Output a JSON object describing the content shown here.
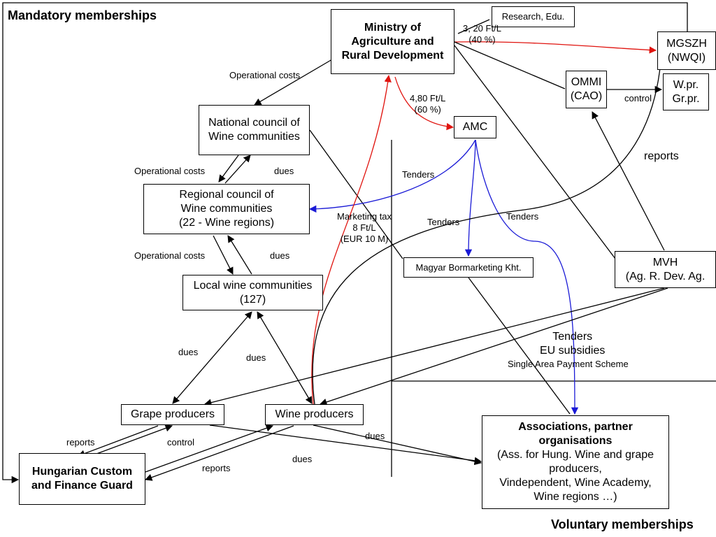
{
  "titles": {
    "mandatory": "Mandatory memberships",
    "voluntary": "Voluntary memberships"
  },
  "boxes": {
    "ministry": "Ministry of\nAgriculture and\nRural Development",
    "research": "Research, Edu.",
    "mgszh": "MGSZH\n(NWQI)",
    "ommi": "OMMI\n(CAO)",
    "wpr": "W.pr.\nGr.pr.",
    "amc": "AMC",
    "national_council": "National council of\nWine communities",
    "regional_council": "Regional council of\nWine communities\n(22 - Wine regions)",
    "local_communities": "Local wine communities\n(127)",
    "bormarketing": "Magyar Bormarketing Kht.",
    "mvh": "MVH\n(Ag. R. Dev. Ag.",
    "grape_producers": "Grape producers",
    "wine_producers": "Wine producers",
    "customs": "Hungarian Custom\nand Finance Guard",
    "associations_title": "Associations, partner\norganisations",
    "associations_body": "(Ass. for Hung. Wine and grape\nproducers,\nVindependent, Wine Academy,\nWine regions …)"
  },
  "labels": {
    "research_fee": "3, 20 Ft/L\n(40 %)",
    "amc_fee": "4,80 Ft/L\n(60 %)",
    "operational_costs_1": "Operational costs",
    "operational_costs_2": "Operational costs",
    "operational_costs_3": "Operational costs",
    "dues_1": "dues",
    "dues_2": "dues",
    "dues_3": "dues",
    "dues_4": "dues",
    "dues_5": "dues",
    "dues_6": "dues",
    "tenders_1": "Tenders",
    "tenders_2": "Tenders",
    "tenders_3": "Tenders",
    "marketing_tax": "Marketing tax\n8 Ft/L\n(EUR 10 M)",
    "control_1": "control",
    "control_2": "control",
    "reports_1": "reports",
    "reports_2": "reports",
    "reports_3": "reports",
    "tenders_eu": "Tenders\nEU subsidies",
    "single_area": "Single Area Payment Scheme"
  },
  "colors": {
    "red_flow": "#e0140f",
    "blue_flow": "#1a1ad6",
    "black_flow": "#000000"
  }
}
